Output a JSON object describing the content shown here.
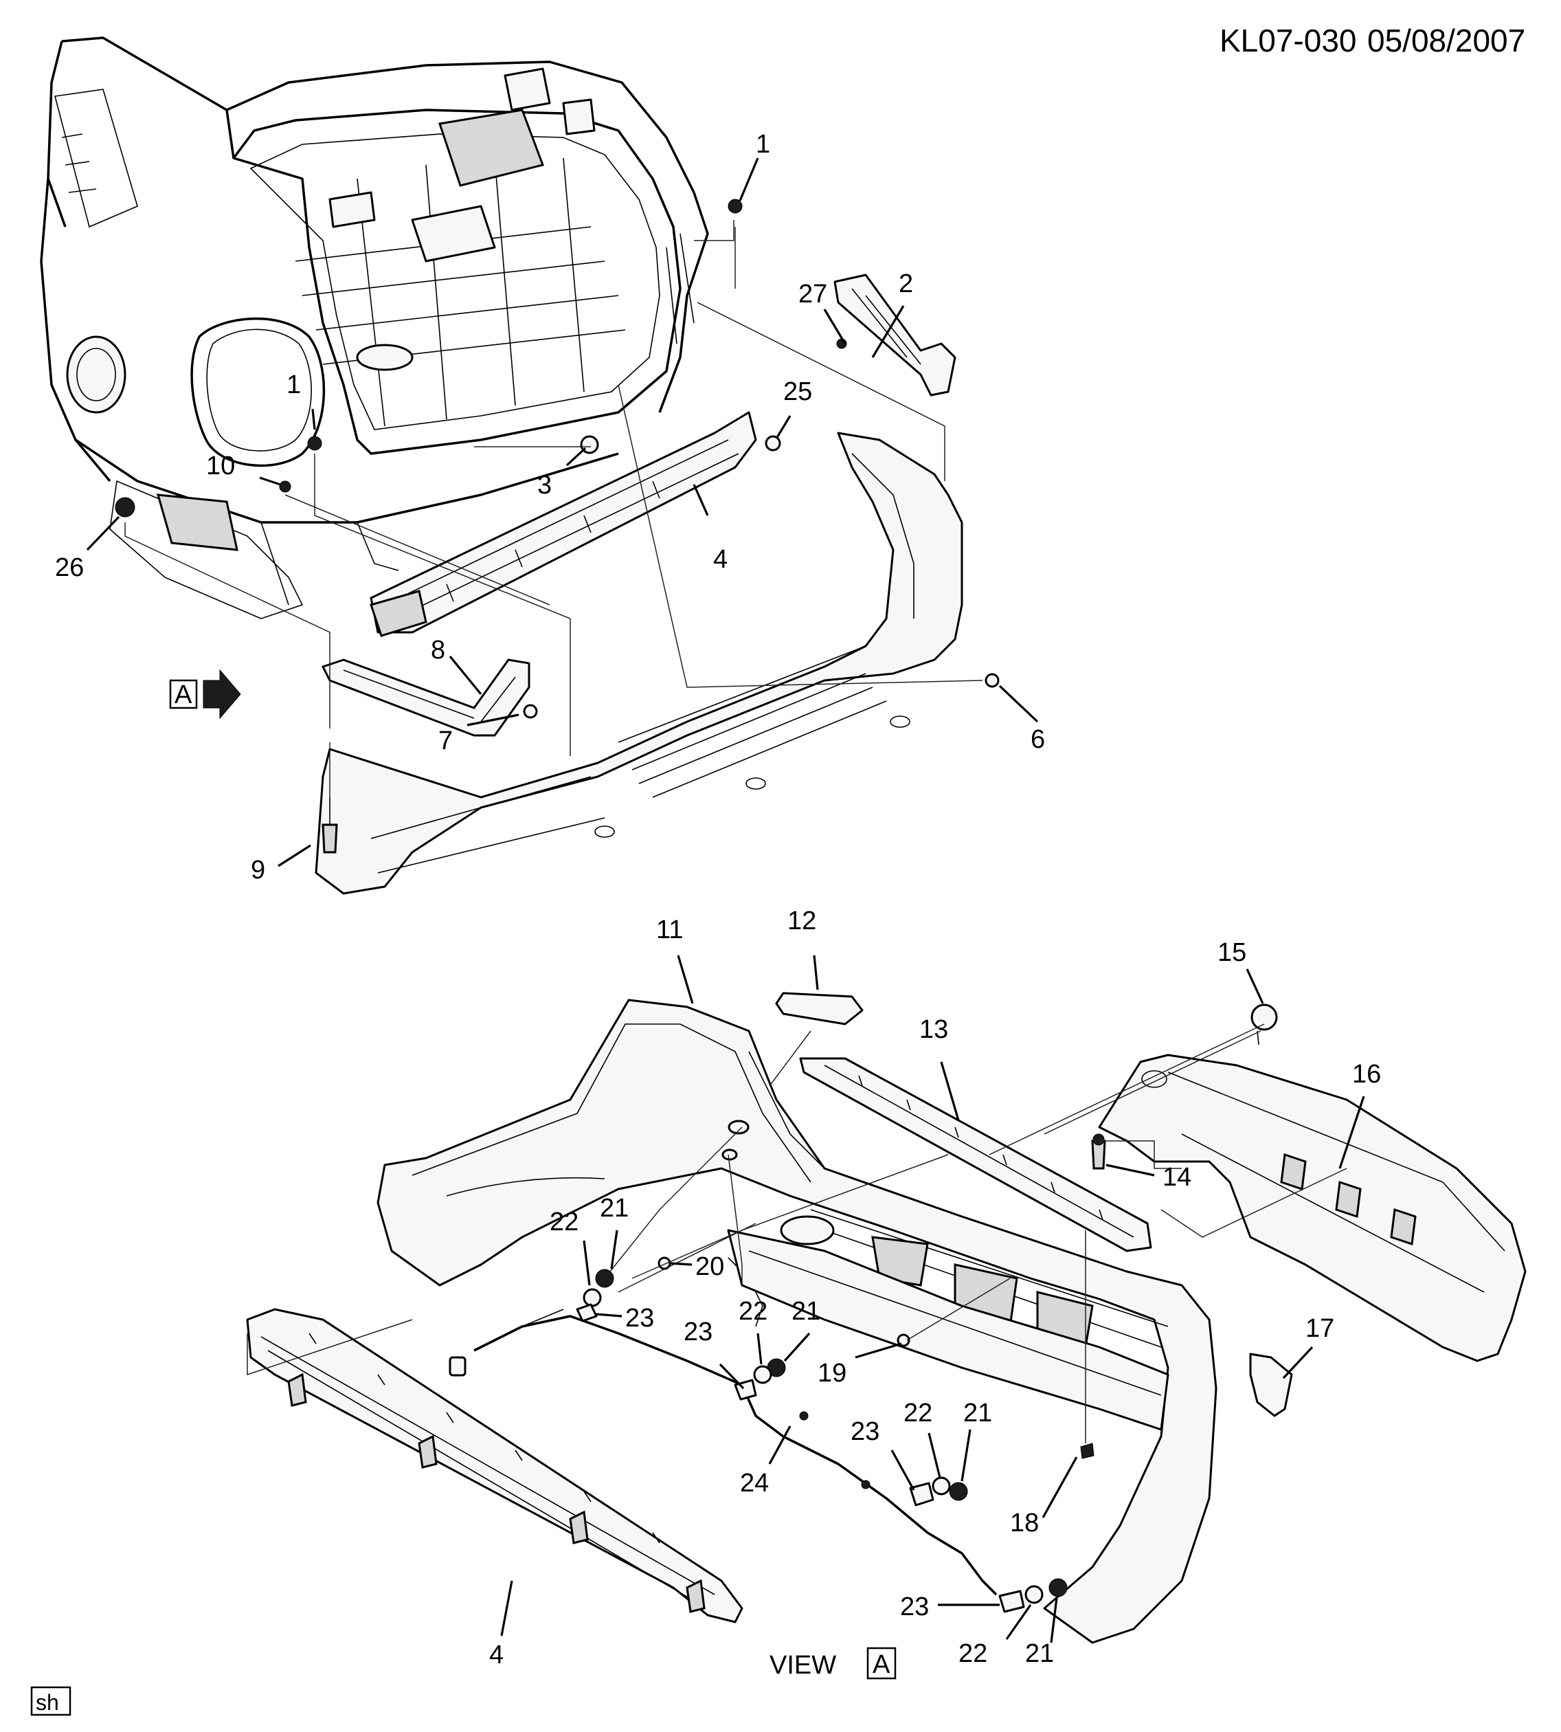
{
  "header": {
    "code": "KL07-030",
    "date": "05/08/2007"
  },
  "view": {
    "arrow_label": "A",
    "view_text": "VIEW",
    "view_letter": "A"
  },
  "footer_tag": "sh",
  "callouts": [
    {
      "id": "c1a",
      "text": "1"
    },
    {
      "id": "c2",
      "text": "2"
    },
    {
      "id": "c27",
      "text": "27"
    },
    {
      "id": "c1b",
      "text": "1"
    },
    {
      "id": "c25",
      "text": "25"
    },
    {
      "id": "c10",
      "text": "10"
    },
    {
      "id": "c3",
      "text": "3"
    },
    {
      "id": "c26",
      "text": "26"
    },
    {
      "id": "c4a",
      "text": "4"
    },
    {
      "id": "c8",
      "text": "8"
    },
    {
      "id": "c7",
      "text": "7"
    },
    {
      "id": "c6",
      "text": "6"
    },
    {
      "id": "c9",
      "text": "9"
    },
    {
      "id": "c11",
      "text": "11"
    },
    {
      "id": "c12",
      "text": "12"
    },
    {
      "id": "c15",
      "text": "15"
    },
    {
      "id": "c13",
      "text": "13"
    },
    {
      "id": "c16",
      "text": "16"
    },
    {
      "id": "c14",
      "text": "14"
    },
    {
      "id": "c22a",
      "text": "22"
    },
    {
      "id": "c21a",
      "text": "21"
    },
    {
      "id": "c20",
      "text": "20"
    },
    {
      "id": "c23a",
      "text": "23"
    },
    {
      "id": "c23b",
      "text": "23"
    },
    {
      "id": "c22b",
      "text": "22"
    },
    {
      "id": "c21b",
      "text": "21"
    },
    {
      "id": "c19",
      "text": "19"
    },
    {
      "id": "c17",
      "text": "17"
    },
    {
      "id": "c22c",
      "text": "22"
    },
    {
      "id": "c21c",
      "text": "21"
    },
    {
      "id": "c23c",
      "text": "23"
    },
    {
      "id": "c24",
      "text": "24"
    },
    {
      "id": "c18",
      "text": "18"
    },
    {
      "id": "c4b",
      "text": "4"
    },
    {
      "id": "c23d",
      "text": "23"
    },
    {
      "id": "c22d",
      "text": "22"
    },
    {
      "id": "c21d",
      "text": "21"
    }
  ]
}
